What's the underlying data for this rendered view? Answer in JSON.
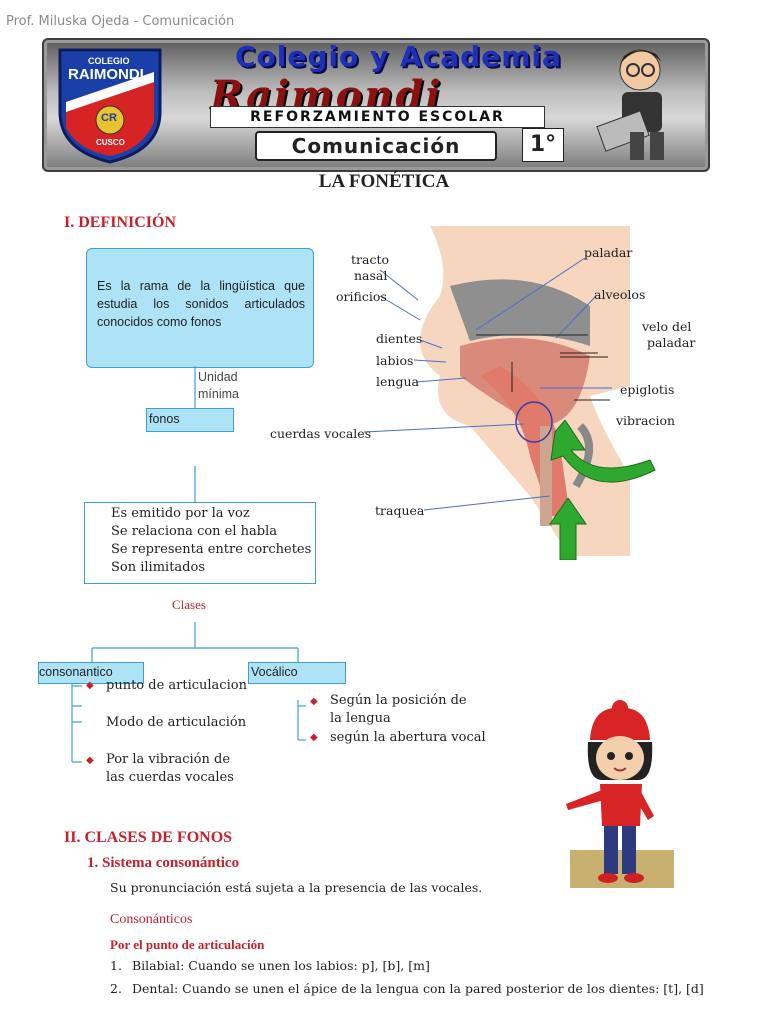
{
  "header": {
    "prof": "Prof. Miluska Ojeda - Comunicación",
    "school_badge": [
      "COLEGIO",
      "RAIMONDI",
      "CR",
      "CUSCO"
    ],
    "banner_title_1": "Colegio y Academia",
    "banner_title_2": "Raimondi",
    "banner_subtitle": "REFORZAMIENTO ESCOLAR",
    "banner_course": "Comunicación",
    "grade": "1°"
  },
  "page_title": "LA FONÉTICA",
  "section1": {
    "heading": "I.  DEFINICIÓN",
    "definition": "Es la rama de la lingüística  que estudia los sonidos articulados conocidos como fonos",
    "unit_label_1": "Unidad",
    "unit_label_2": "mínima",
    "fonos": "fonos",
    "characteristics": [
      "Es emitido por la voz",
      "Se relaciona con el habla",
      "Se representa entre corchetes",
      "Son ilimitados"
    ],
    "clases": "Clases",
    "consonantico": "consonantico",
    "vocalico": "Vocálico",
    "consonant_items": [
      "punto de articulacion",
      "Modo de articulación",
      "Por la vibración de las cuerdas vocales"
    ],
    "vowel_items": [
      "Según la posición de la lengua",
      "según la abertura vocal"
    ]
  },
  "diagram": {
    "labels": {
      "tracto": "tracto",
      "nasal": "nasal",
      "orificios": "orificios",
      "dientes": "dientes",
      "labios": "labios",
      "lengua": "lengua",
      "cuerdas": "cuerdas vocales",
      "traquea": "traquea",
      "paladar": "paladar",
      "alveolos": "alveolos",
      "velo1": "velo del",
      "velo2": "paladar",
      "epiglotis": "epiglotis",
      "vibracion": "vibracion"
    }
  },
  "section2": {
    "heading": "II. CLASES DE FONOS",
    "sub1": "1.   Sistema consonántico",
    "desc": "Su pronunciación está sujeta a la presencia de las vocales.",
    "consonanticos": "Consonánticos",
    "por_punto": "Por el punto de articulación",
    "items": [
      {
        "num": "1.",
        "text": "Bilabial: Cuando se unen los labios: p], [b], [m]"
      },
      {
        "num": "2.",
        "text": "Dental: Cuando se unen el ápice de la lengua con la pared posterior de los dientes: [t], [d]"
      }
    ]
  },
  "colors": {
    "accent_red": "#c8202a",
    "box_blue": "#aee3f7",
    "line_blue": "#3b7fd0"
  }
}
